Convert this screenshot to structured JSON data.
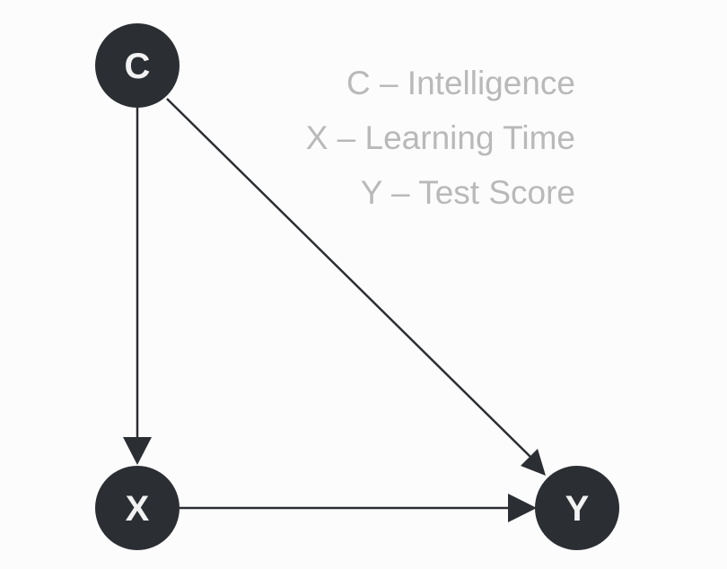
{
  "nodes": {
    "c": {
      "label": "C"
    },
    "x": {
      "label": "X"
    },
    "y": {
      "label": "Y"
    }
  },
  "edges": [
    {
      "from": "C",
      "to": "X"
    },
    {
      "from": "C",
      "to": "Y"
    },
    {
      "from": "X",
      "to": "Y"
    }
  ],
  "legend": [
    "C – Intelligence",
    "X – Learning Time",
    "Y – Test Score"
  ],
  "colors": {
    "node_fill": "#2b2e33",
    "node_text": "#f2f2f2",
    "edge": "#2b2e33",
    "legend_text": "#b9b9b9",
    "background": "#fcfcfc"
  }
}
